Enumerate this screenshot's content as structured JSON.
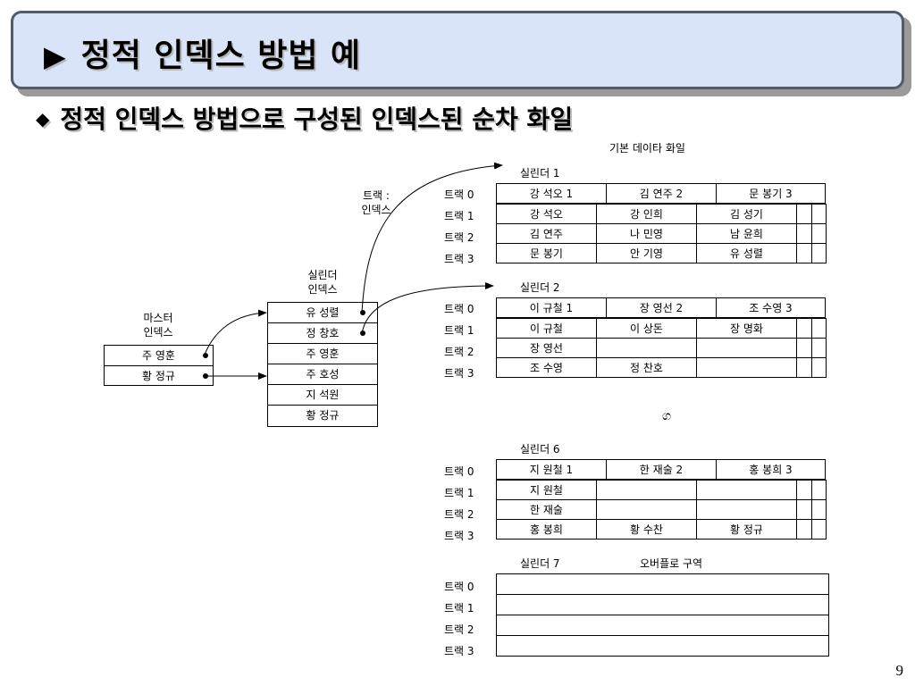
{
  "title": "정적 인덱스 방법 예",
  "title_marker": "▶",
  "subtitle": "정적 인덱스 방법으로 구성된 인덱스된 순차 화일",
  "subtitle_bullet": "◆",
  "page_number": "9",
  "basic_file_label": "기본 데이타 화일",
  "track_index_label": [
    "트랙 :",
    "인덱스"
  ],
  "cylinder_index_label": [
    "실린더",
    "인덱스"
  ],
  "master_index_label": [
    "마스터",
    "인덱스"
  ],
  "ellipsis": "ග",
  "master_index": [
    "주 영훈",
    "황 정규"
  ],
  "cylinder_index": [
    "유 성렬",
    "정 창호",
    "주 영훈",
    "주 호성",
    "지 석원",
    "황 정규"
  ],
  "cylinders": [
    {
      "label": "실린더 1",
      "tracks": [
        {
          "name": "트랙 0",
          "cells": [
            "강 석오 1",
            "김 연주 2",
            "문 봉기 3"
          ]
        },
        {
          "name": "트랙 1",
          "cells": [
            "강 석오",
            "강 인희",
            "김 성기"
          ]
        },
        {
          "name": "트랙 2",
          "cells": [
            "김 연주",
            "나 민영",
            "남 윤희"
          ]
        },
        {
          "name": "트랙 3",
          "cells": [
            "문 봉기",
            "안 기영",
            "유 성렬"
          ]
        }
      ]
    },
    {
      "label": "실린더 2",
      "tracks": [
        {
          "name": "트랙 0",
          "cells": [
            "이 규철 1",
            "장 영선 2",
            "조 수영 3"
          ]
        },
        {
          "name": "트랙 1",
          "cells": [
            "이 규철",
            "이 상돈",
            "장 명화"
          ]
        },
        {
          "name": "트랙 2",
          "cells": [
            "장 영선",
            "",
            ""
          ]
        },
        {
          "name": "트랙 3",
          "cells": [
            "조 수영",
            "정 찬호",
            ""
          ]
        }
      ]
    },
    {
      "label": "실린더 6",
      "tracks": [
        {
          "name": "트랙 0",
          "cells": [
            "지 원철 1",
            "한 재술 2",
            "홍 봉희 3"
          ]
        },
        {
          "name": "트랙 1",
          "cells": [
            "지 원철",
            "",
            ""
          ]
        },
        {
          "name": "트랙 2",
          "cells": [
            "한 재술",
            "",
            ""
          ]
        },
        {
          "name": "트랙 3",
          "cells": [
            "홍 봉희",
            "황 수찬",
            "황 정규"
          ]
        }
      ]
    }
  ],
  "overflow": {
    "label": "실린더 7",
    "area_label": "오버플로 구역",
    "tracks": [
      "트랙 0",
      "트랙 1",
      "트랙 2",
      "트랙 3"
    ]
  }
}
